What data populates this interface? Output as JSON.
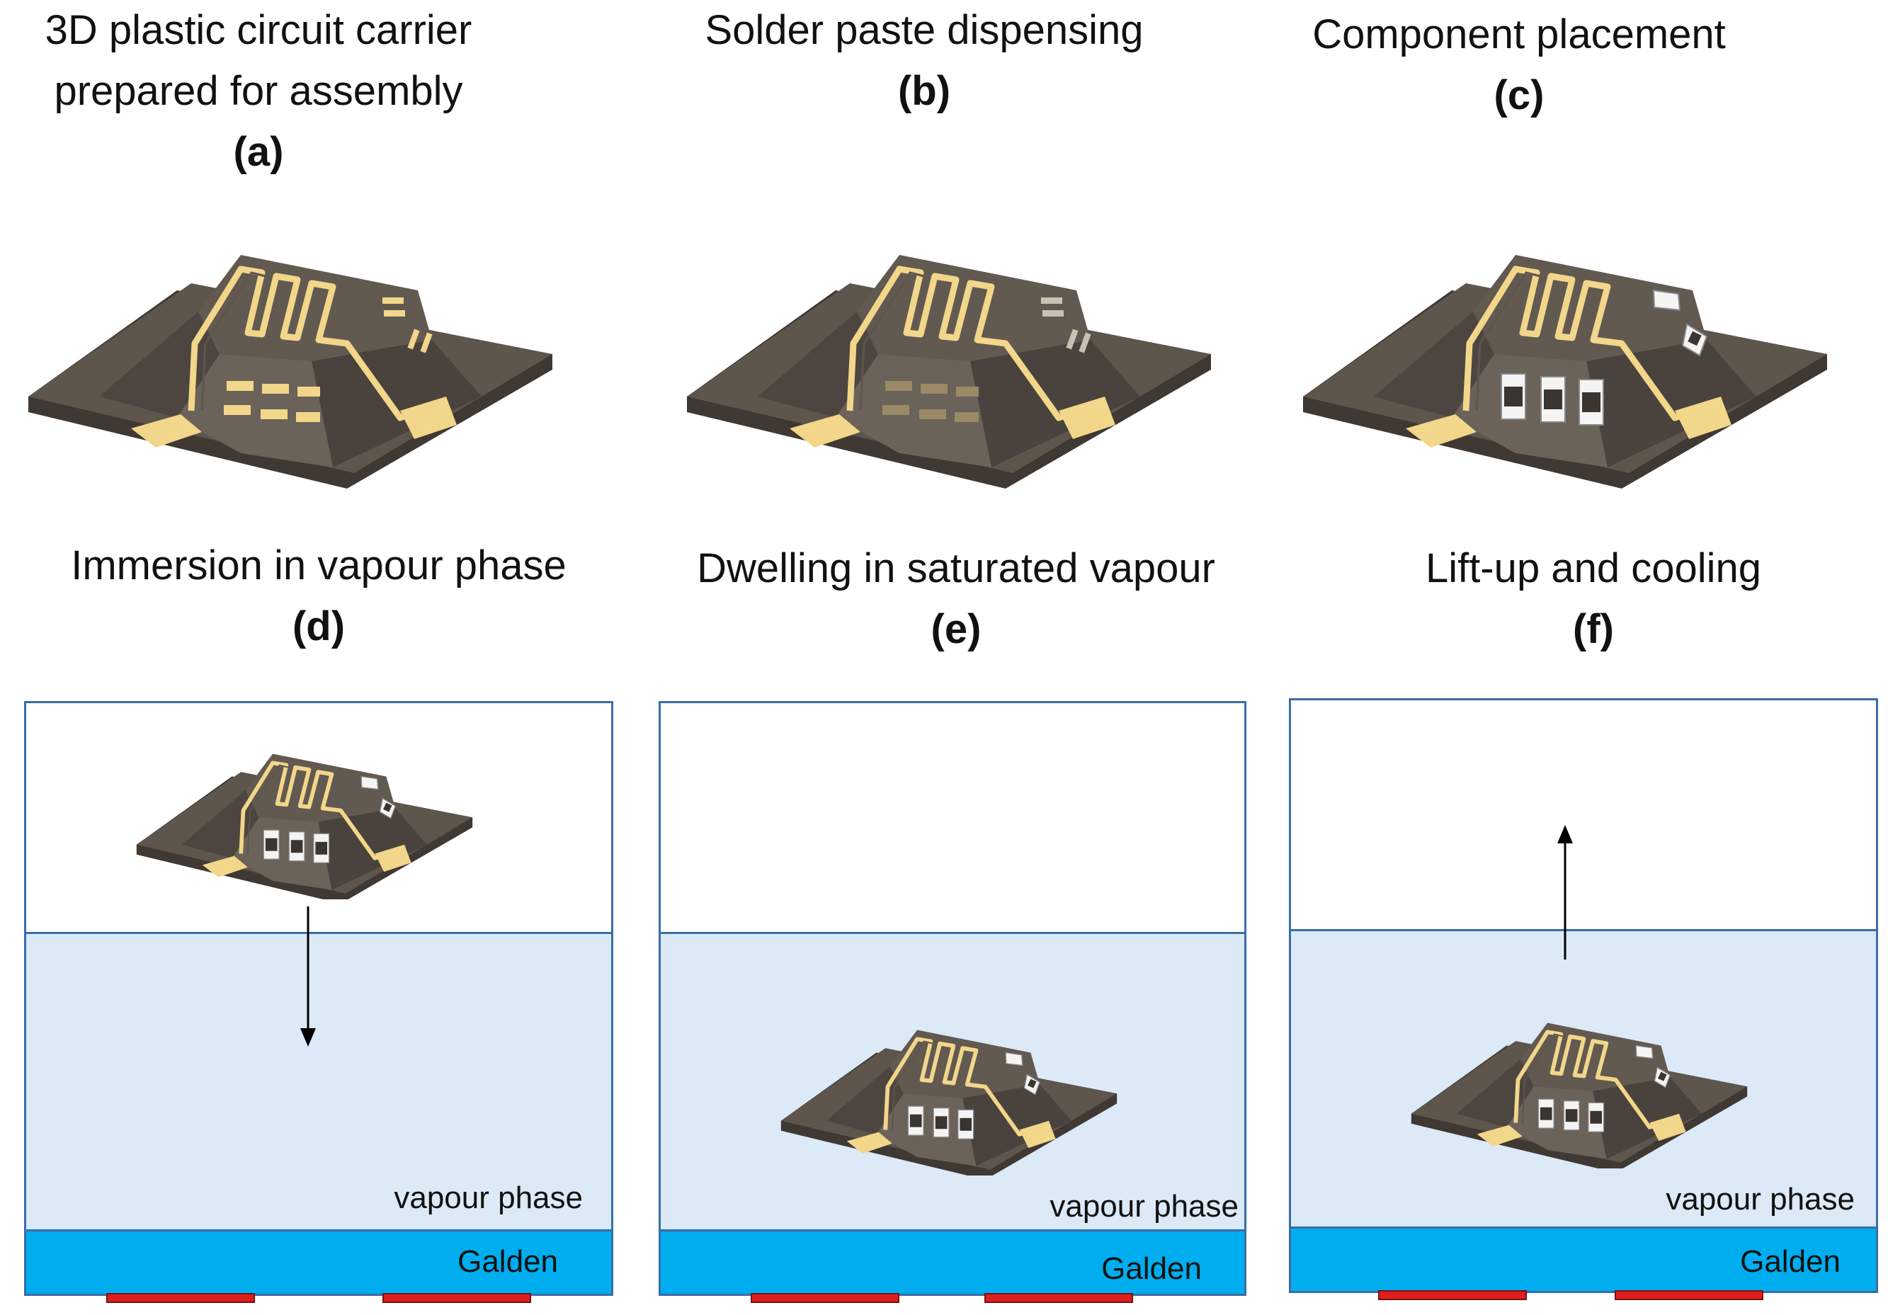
{
  "steps": [
    {
      "title_1": "3D plastic circuit carrier",
      "title_2": "prepared for assembly",
      "label": "(a)"
    },
    {
      "title_1": "Solder paste dispensing",
      "label": "(b)"
    },
    {
      "title_1": "Component placement",
      "label": "(c)"
    },
    {
      "title_1": "Immersion in vapour phase",
      "label": "(d)"
    },
    {
      "title_1": "Dwelling in saturated vapour",
      "label": "(e)"
    },
    {
      "title_1": "Lift-up and cooling",
      "label": "(f)"
    }
  ],
  "tank": {
    "vapour_label": "vapour phase",
    "liquid_label": "Galden"
  },
  "colors": {
    "carrier_body": "#5a524b",
    "traces": "#f2d68a",
    "vapour": "#dce9f6",
    "galden": "#00adef",
    "heater": "#e01e1e",
    "tank_border": "#3a6ea5"
  }
}
